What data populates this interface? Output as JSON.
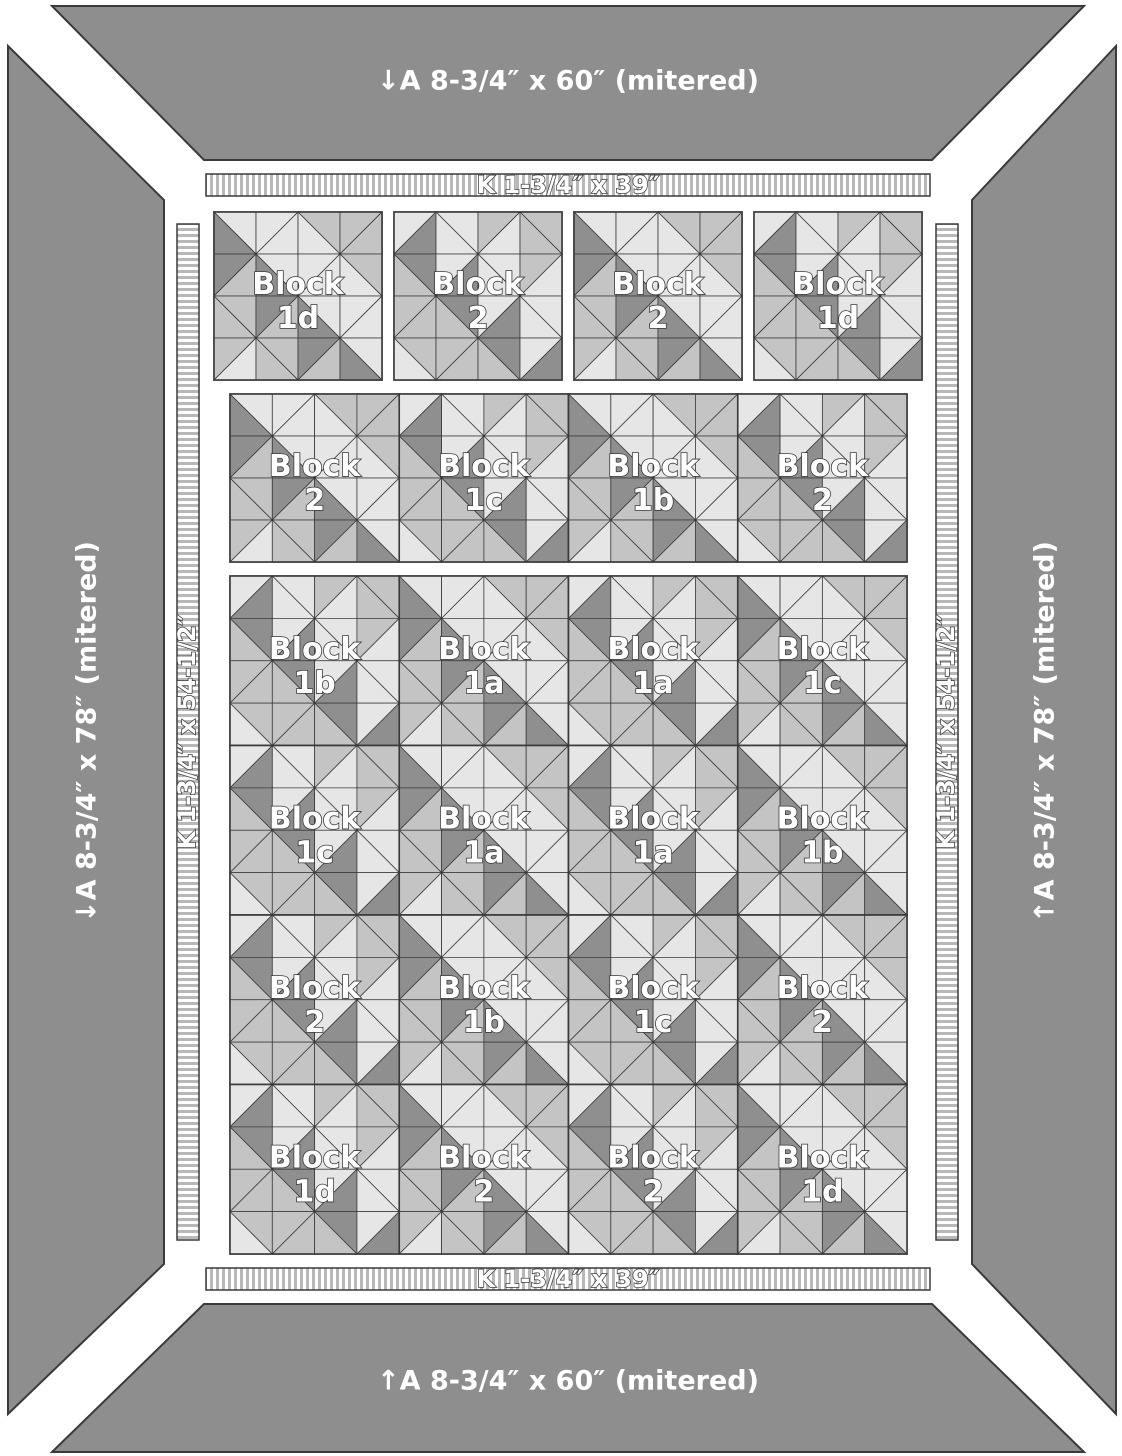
{
  "colors": {
    "border_fill": "#8e8e8e",
    "outline": "#3a3a3a",
    "light": "#e6e6e6",
    "mid": "#c4c4c4",
    "dark": "#8f8f8f",
    "stripe": "#b8b8b8"
  },
  "borders": {
    "top": "↓A   8-3/4″ x 60″ (mitered)",
    "bottom": "↑A   8-3/4″ x 60″ (mitered)",
    "left": "↓A   8-3/4″ x 78″ (mitered)",
    "right": "↑A   8-3/4″ x 78″ (mitered)"
  },
  "sashing": {
    "top": "K   1-3/4″ x 39″",
    "bottom": "K   1-3/4″ x 39″",
    "left": "K   1-3/4″ x 54-1/2″",
    "right": "K   1-3/4″ x 54-1/2″"
  },
  "block_word": "Block",
  "top_row": [
    "1d",
    "2",
    "2",
    "1d"
  ],
  "second_row": [
    "2",
    "1c",
    "1b",
    "2"
  ],
  "main_grid": [
    [
      "1b",
      "1a",
      "1a",
      "1c"
    ],
    [
      "1c",
      "1a",
      "1a",
      "1b"
    ],
    [
      "2",
      "1b",
      "1c",
      "2"
    ],
    [
      "1d",
      "2",
      "2",
      "1d"
    ]
  ]
}
